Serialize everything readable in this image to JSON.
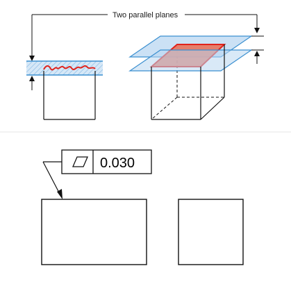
{
  "top_label": "Two parallel planes",
  "feature_control_frame": {
    "symbol": "flatness-symbol",
    "tolerance": "0.030"
  },
  "colors": {
    "plane_fill": "#cfe3f5",
    "plane_stroke": "#3a8fd0",
    "hatch": "#7fb3e0",
    "surface_red": "#e0231c",
    "surface_red_fill": "#e8735c",
    "outline": "#111111"
  }
}
